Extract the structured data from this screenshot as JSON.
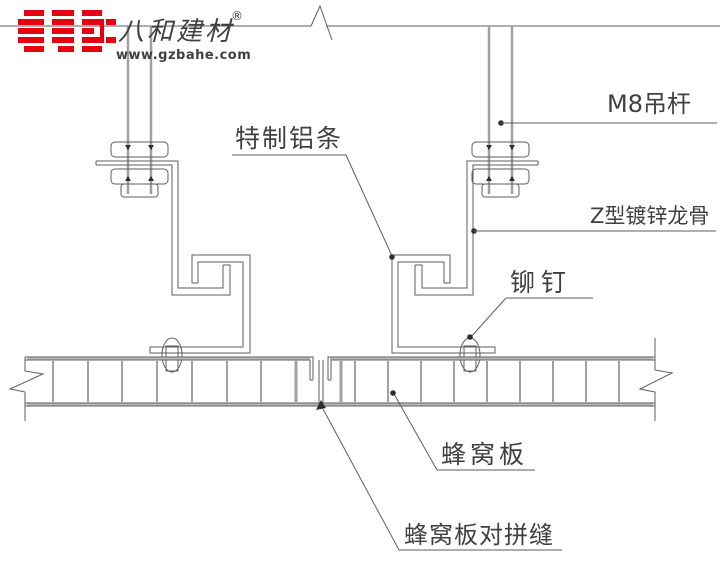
{
  "logo": {
    "company_name": "八和建材",
    "website": "www.gzbahe.com",
    "registered_symbol": "®",
    "brand_red": "#e60012"
  },
  "drawing": {
    "labels": {
      "hanger_rod": "M8吊杆",
      "z_keel": "Z型镀锌龙骨",
      "aluminum_strip": "特制铝条",
      "rivet": "铆钉",
      "honeycomb_panel": "蜂窝板",
      "panel_joint_seam": "蜂窝板对拼缝"
    },
    "colors": {
      "line": "#5e5e5e",
      "steel_gray": "#a0a0a0",
      "label_text": "#404040"
    }
  }
}
